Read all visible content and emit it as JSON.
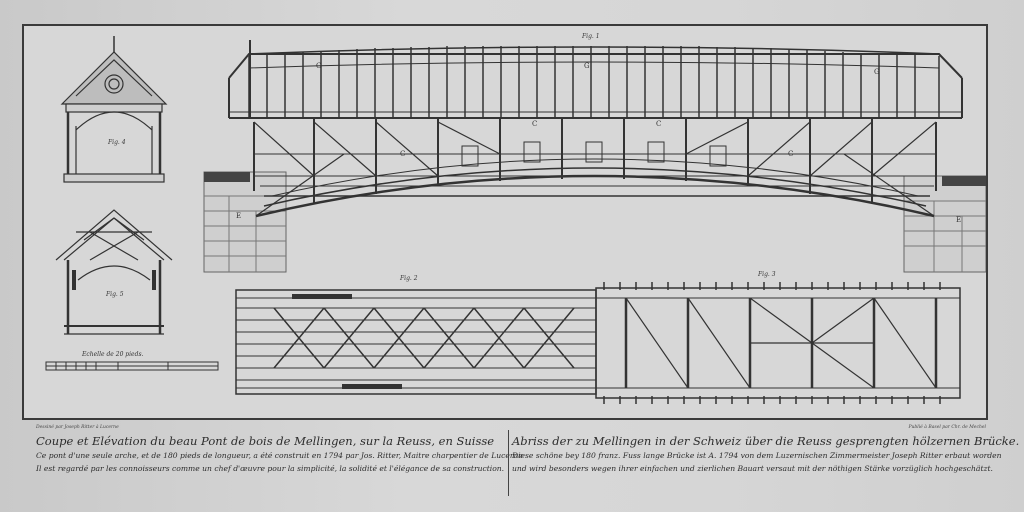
{
  "figures": {
    "fig1": "Fig. 1",
    "fig2": "Fig. 2",
    "fig3": "Fig. 3",
    "fig4": "Fig. 4",
    "fig5": "Fig. 5"
  },
  "letters": {
    "g": "G",
    "c": "C",
    "e": "E"
  },
  "scale_label": "Echelle de 20 pieds.",
  "credits": {
    "left": "Dessiné par Joseph Ritter à Lucerne",
    "right": "Publié à Basel par Chr. de Mechel"
  },
  "caption_fr": {
    "title": "Coupe et Elévation du beau Pont de bois de Mellingen, sur la Reuss, en Suisse",
    "line1": "Ce pont d'une seule arche, et de 180 pieds de longueur, a été construit en 1794 par Jos. Ritter, Maitre charpentier de Lucerne",
    "line2": "Il est regardé par les connoisseurs comme un chef d'œuvre pour la simplicité, la solidité et l'élégance de sa construction."
  },
  "caption_de": {
    "title": "Abriss der zu Mellingen in der Schweiz über die Reuss gesprengten hölzernen Brücke.",
    "line1": "Diese schöne bey 180 franz. Fuss lange Brücke ist A. 1794 von dem Luzernischen Zimmermeister Joseph Ritter erbaut worden",
    "line2": "und wird besonders wegen ihrer einfachen und zierlichen Bauart versaut mit der nöthigen Stärke vorzüglich hochgeschätzt."
  }
}
